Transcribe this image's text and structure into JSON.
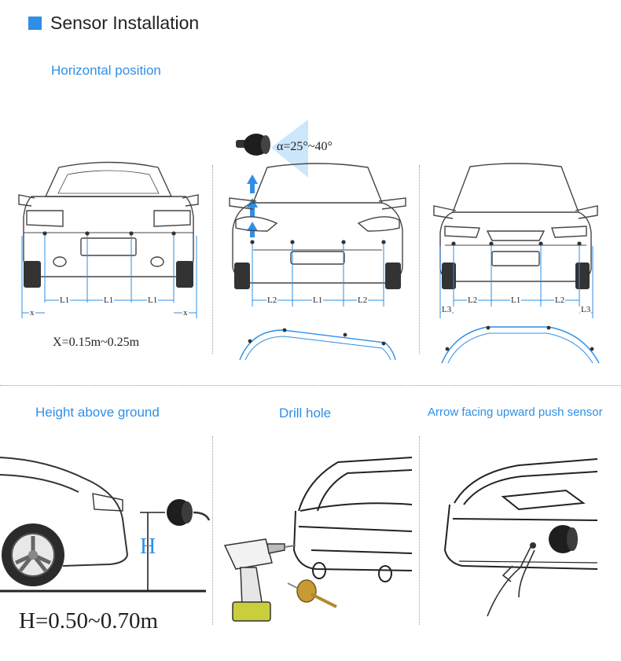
{
  "header": {
    "title": "Sensor Installation",
    "accent": "#2f8fe6"
  },
  "horizontal": {
    "title": "Horizontal position",
    "angle_label": "α=25°~40°",
    "formula": "X=0.15m~0.25m",
    "panel1": {
      "labels": [
        "L1",
        "L1",
        "L1"
      ],
      "edge": "x"
    },
    "panel2": {
      "labels": [
        "L2",
        "L1",
        "L2"
      ]
    },
    "panel3": {
      "labels": [
        "L2",
        "L1",
        "L2"
      ],
      "edge": "L3"
    }
  },
  "bottom": {
    "height_title": "Height above ground",
    "height_symbol": "H",
    "height_formula": "H=0.50~0.70m",
    "drill_title": "Drill hole",
    "push_title": "Arrow facing upward  push sensor"
  },
  "colors": {
    "blue": "#2f8fe6",
    "line": "#444444",
    "sensor": "#222222"
  }
}
